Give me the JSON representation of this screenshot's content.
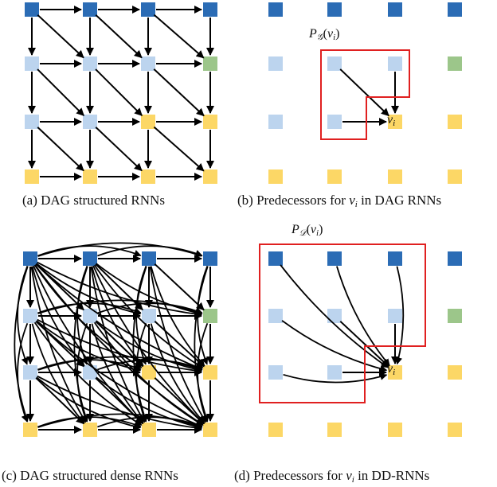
{
  "colors": {
    "dark_blue": "#2b6cb5",
    "light_blue": "#bcd4ee",
    "green": "#9cc68a",
    "yellow": "#fcd766",
    "box_red": "#e02020",
    "arrow": "#000000"
  },
  "captions": {
    "a": {
      "prefix": "(a) DAG structured RNNs"
    },
    "b": {
      "prefix": "(b) Predecessors for ",
      "var": "v",
      "sub": "i",
      "suffix": " in DAG RNNs"
    },
    "c": {
      "prefix": "(c) DAG structured dense RNNs"
    },
    "d": {
      "prefix": "(d) Predecessors for ",
      "var": "v",
      "sub": "i",
      "suffix": " in  DD-RNNs"
    }
  },
  "predecessor_labels": {
    "b": {
      "p": "P",
      "script": "𝒢",
      "open": "(",
      "var": "v",
      "sub": "i",
      "close": ")"
    },
    "d": {
      "p": "P",
      "script": "𝒟",
      "open": "(",
      "var": "v",
      "sub": "i",
      "close": ")"
    }
  },
  "node_labels": {
    "b": {
      "var": "v",
      "sub": "i"
    },
    "d": {
      "var": "v",
      "sub": "i"
    }
  },
  "grid": {
    "rows": 4,
    "cols": 4,
    "colors": [
      [
        "dark_blue",
        "dark_blue",
        "dark_blue",
        "dark_blue"
      ],
      [
        "light_blue",
        "light_blue",
        "light_blue",
        "green"
      ],
      [
        "light_blue",
        "light_blue",
        "yellow",
        "yellow"
      ],
      [
        "yellow",
        "yellow",
        "yellow",
        "yellow"
      ]
    ]
  }
}
